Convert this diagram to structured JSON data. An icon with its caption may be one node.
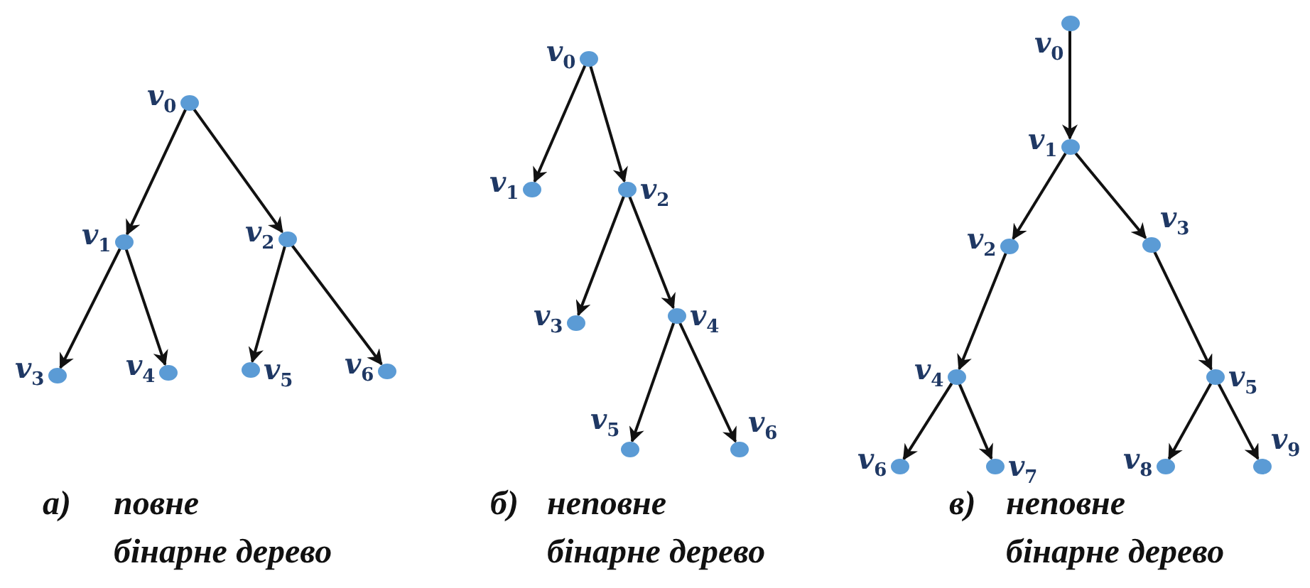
{
  "diagram": {
    "nodes": [
      {
        "text": [],
        "shape": "circle",
        "beside": [
          "v$_{0}$"
        ]
      },
      {
        "text": [],
        "shape": "circle",
        "beside": [
          "v$_{1}$"
        ]
      },
      {
        "text": [],
        "shape": "circle",
        "beside": [
          "v$_{2}$"
        ]
      },
      {
        "text": [],
        "shape": "circle",
        "beside": [
          "v$_{3}$"
        ]
      },
      {
        "text": [],
        "shape": "circle",
        "beside": [
          "v$_{4}$"
        ]
      },
      {
        "text": [],
        "shape": "circle",
        "beside": [
          "v$_{5}$"
        ]
      },
      {
        "text": [],
        "shape": "circle",
        "beside": [
          "v$_{6}$"
        ]
      },
      {
        "text": [],
        "shape": "circle",
        "beside": [
          "v$_{0}$"
        ]
      },
      {
        "text": [],
        "shape": "circle",
        "beside": [
          "v$_{1}$"
        ]
      },
      {
        "text": [],
        "shape": "circle",
        "beside": [
          "v$_{2}$"
        ]
      },
      {
        "text": [],
        "shape": "circle",
        "beside": [
          "v$_{3}$"
        ]
      },
      {
        "text": [],
        "shape": "circle",
        "beside": [
          "v$_{4}$"
        ]
      },
      {
        "text": [],
        "shape": "circle",
        "beside": [
          "v$_{5}$"
        ]
      },
      {
        "text": [],
        "shape": "circle",
        "beside": [
          "v$_{6}$"
        ]
      },
      {
        "text": [],
        "shape": "circle",
        "beside": [
          "v$_{0}$"
        ]
      },
      {
        "text": [],
        "shape": "circle",
        "beside": [
          "v$_{1}$"
        ]
      },
      {
        "text": [],
        "shape": "circle",
        "beside": [
          "v$_{2}$"
        ]
      },
      {
        "text": [],
        "shape": "circle",
        "beside": [
          "v$_{3}$"
        ]
      },
      {
        "text": [],
        "shape": "circle",
        "beside": [
          "v$_{4}$"
        ]
      },
      {
        "text": [],
        "shape": "circle",
        "beside": [
          "v$_{5}$"
        ]
      },
      {
        "text": [],
        "shape": "circle",
        "beside": [
          "v$_{6}$"
        ]
      },
      {
        "text": [],
        "shape": "circle",
        "beside": [
          "v$_{7}$"
        ]
      },
      {
        "text": [],
        "shape": "circle",
        "beside": [
          "v$_{8}$"
        ]
      },
      {
        "text": [],
        "shape": "circle",
        "beside": [
          "v$_{9}$"
        ]
      }
    ],
    "edges": [
      {
        "from": 0,
        "to": 1,
        "arrow": "to"
      },
      {
        "from": 0,
        "to": 2,
        "arrow": "to"
      },
      {
        "from": 1,
        "to": 3,
        "arrow": "to"
      },
      {
        "from": 1,
        "to": 4,
        "arrow": "to"
      },
      {
        "from": 2,
        "to": 5,
        "arrow": "to"
      },
      {
        "from": 2,
        "to": 6,
        "arrow": "to"
      },
      {
        "from": 7,
        "to": 8,
        "arrow": "to"
      },
      {
        "from": 7,
        "to": 9,
        "arrow": "to"
      },
      {
        "from": 9,
        "to": 10,
        "arrow": "to"
      },
      {
        "from": 9,
        "to": 11,
        "arrow": "to"
      },
      {
        "from": 11,
        "to": 12,
        "arrow": "to"
      },
      {
        "from": 11,
        "to": 13,
        "arrow": "to"
      },
      {
        "from": 14,
        "to": 15,
        "arrow": "to"
      },
      {
        "from": 15,
        "to": 16,
        "arrow": "to"
      },
      {
        "from": 15,
        "to": 17,
        "arrow": "to"
      },
      {
        "from": 16,
        "to": 18,
        "arrow": "to"
      },
      {
        "from": 17,
        "to": 19,
        "arrow": "to"
      },
      {
        "from": 18,
        "to": 20,
        "arrow": "to"
      },
      {
        "from": 18,
        "to": 21,
        "arrow": "to"
      },
      {
        "from": 19,
        "to": 22,
        "arrow": "to"
      },
      {
        "from": 19,
        "to": 23,
        "arrow": "to"
      }
    ],
    "labels": [
      "а)",
      "повне бінарне дерево",
      "б)",
      "неповне бінарне дерево",
      "в)",
      "неповне бінарне дерево"
    ]
  }
}
